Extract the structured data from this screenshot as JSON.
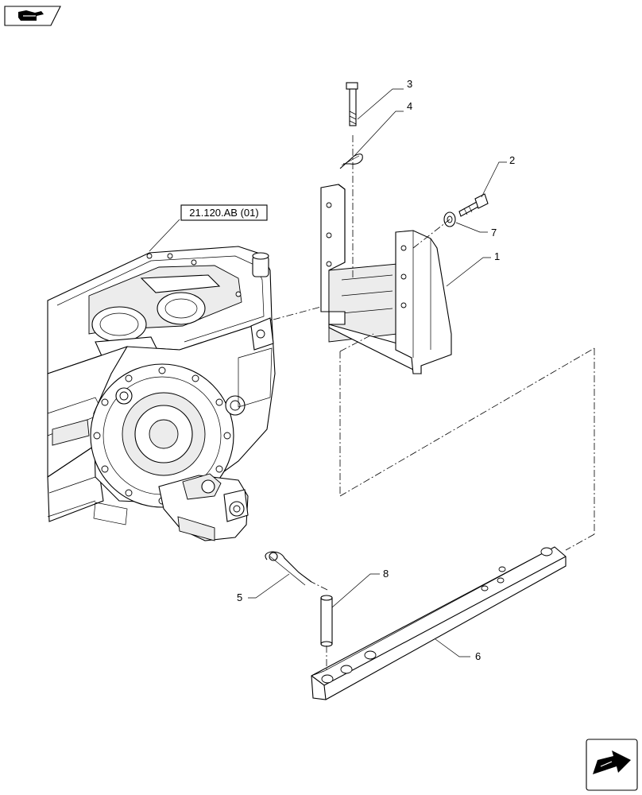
{
  "reference_label": "21.120.AB (01)",
  "callouts": [
    {
      "id": "1",
      "label": "1"
    },
    {
      "id": "2",
      "label": "2"
    },
    {
      "id": "3",
      "label": "3"
    },
    {
      "id": "4",
      "label": "4"
    },
    {
      "id": "5",
      "label": "5"
    },
    {
      "id": "6",
      "label": "6"
    },
    {
      "id": "7",
      "label": "7"
    },
    {
      "id": "8",
      "label": "8"
    }
  ],
  "icons": {
    "top_left": "book-hand-icon",
    "bottom_right": "next-page-arrow-icon"
  }
}
